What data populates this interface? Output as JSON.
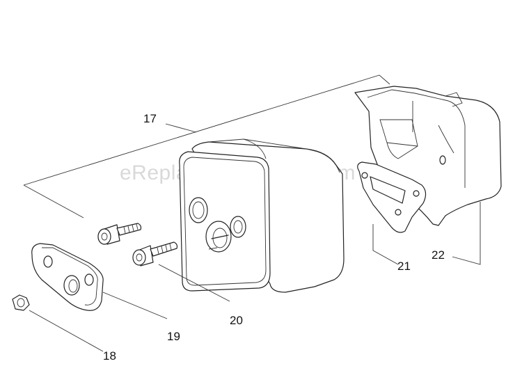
{
  "watermark": "eReplacementParts.com",
  "callouts": {
    "p17": "17",
    "p18": "18",
    "p19": "19",
    "p20": "20",
    "p21": "21",
    "p22": "22"
  }
}
